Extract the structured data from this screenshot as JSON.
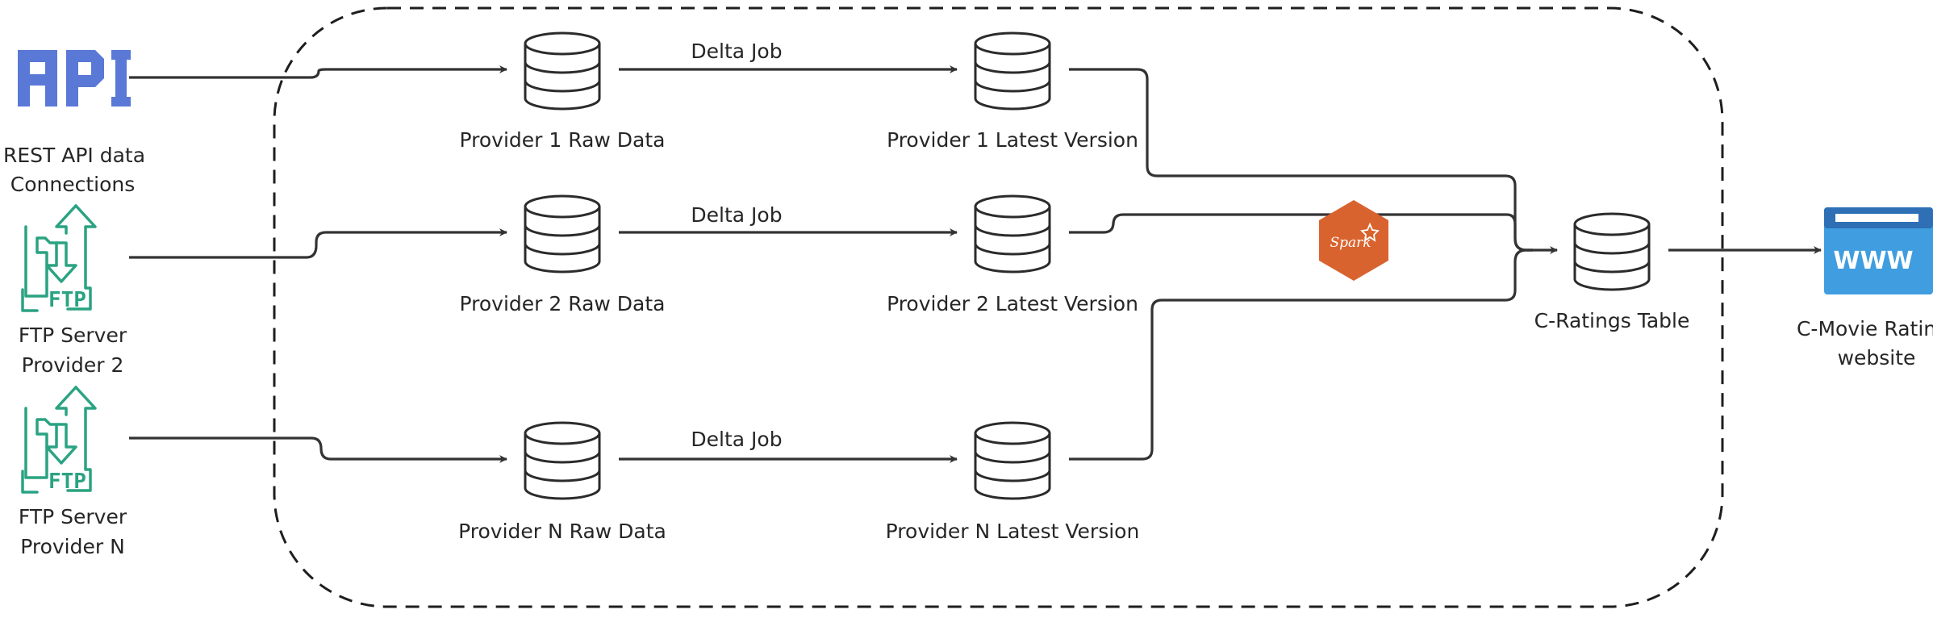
{
  "colors": {
    "api": "#5a78d6",
    "ftp": "#2aa382",
    "spark": "#d9632e",
    "www": "#3f9de0",
    "line": "#333333"
  },
  "sources": {
    "api": {
      "icon": "api-icon",
      "glyph": "API",
      "line1": "REST API data",
      "line2": "Connections"
    },
    "ftp2": {
      "icon": "ftp-server-icon",
      "glyph": "FTP",
      "line1": "FTP Server",
      "line2": "Provider 2"
    },
    "ftpn": {
      "icon": "ftp-server-icon",
      "glyph": "FTP",
      "line1": "FTP Server",
      "line2": "Provider N"
    }
  },
  "raw": {
    "p1": "Provider 1 Raw Data",
    "p2": "Provider 2 Raw Data",
    "pn": "Provider N Raw Data"
  },
  "latest": {
    "p1": "Provider 1 Latest Version",
    "p2": "Provider 2 Latest Version",
    "pn": "Provider N Latest Version"
  },
  "jobs": {
    "p1": "Delta Job",
    "p2": "Delta Job",
    "pn": "Delta Job"
  },
  "spark": {
    "icon": "spark-icon",
    "text": "Spark"
  },
  "target": "C-Ratings Table",
  "website": {
    "icon": "website-icon",
    "glyph": "WWW",
    "line1": "C-Movie Ratings",
    "line2": "website"
  }
}
